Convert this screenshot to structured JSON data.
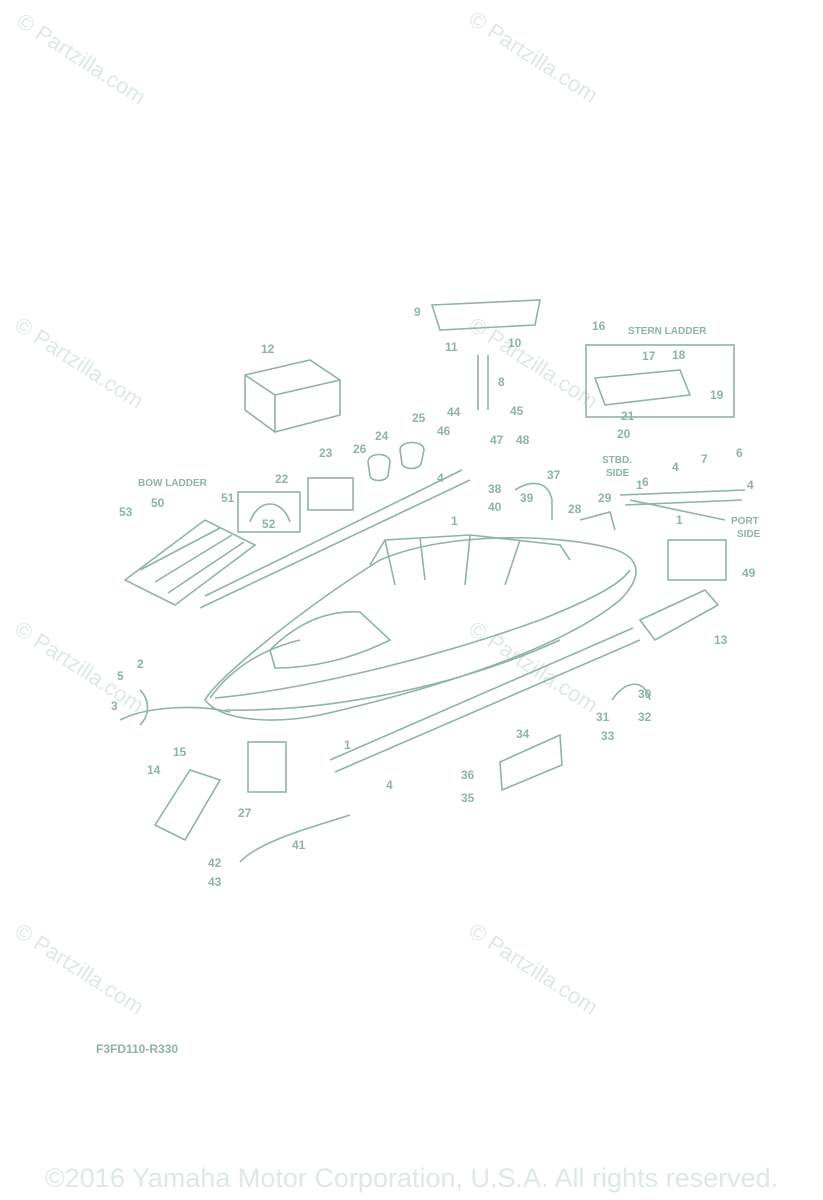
{
  "watermark": "© Partzilla.com",
  "section_labels": {
    "stern_ladder": "STERN LADDER",
    "bow_ladder": "BOW LADDER",
    "stbd_side_1": "STBD.",
    "stbd_side_2": "SIDE",
    "port_side_1": "PORT",
    "port_side_2": "SIDE"
  },
  "callouts": [
    "1",
    "2",
    "3",
    "4",
    "5",
    "6",
    "7",
    "8",
    "9",
    "10",
    "11",
    "12",
    "13",
    "14",
    "15",
    "16",
    "17",
    "18",
    "19",
    "20",
    "21",
    "22",
    "23",
    "24",
    "25",
    "26",
    "27",
    "28",
    "29",
    "30",
    "31",
    "32",
    "33",
    "34",
    "35",
    "36",
    "37",
    "38",
    "39",
    "40",
    "41",
    "42",
    "43",
    "44",
    "45",
    "46",
    "47",
    "48",
    "49",
    "50",
    "51",
    "52",
    "53"
  ],
  "diagram_code": "F3FD110-R330",
  "copyright": "©2016 Yamaha Motor Corporation, U.S.A. All rights reserved.",
  "colors": {
    "line": "#8fb4a3",
    "watermark": "#dfe9e4"
  }
}
